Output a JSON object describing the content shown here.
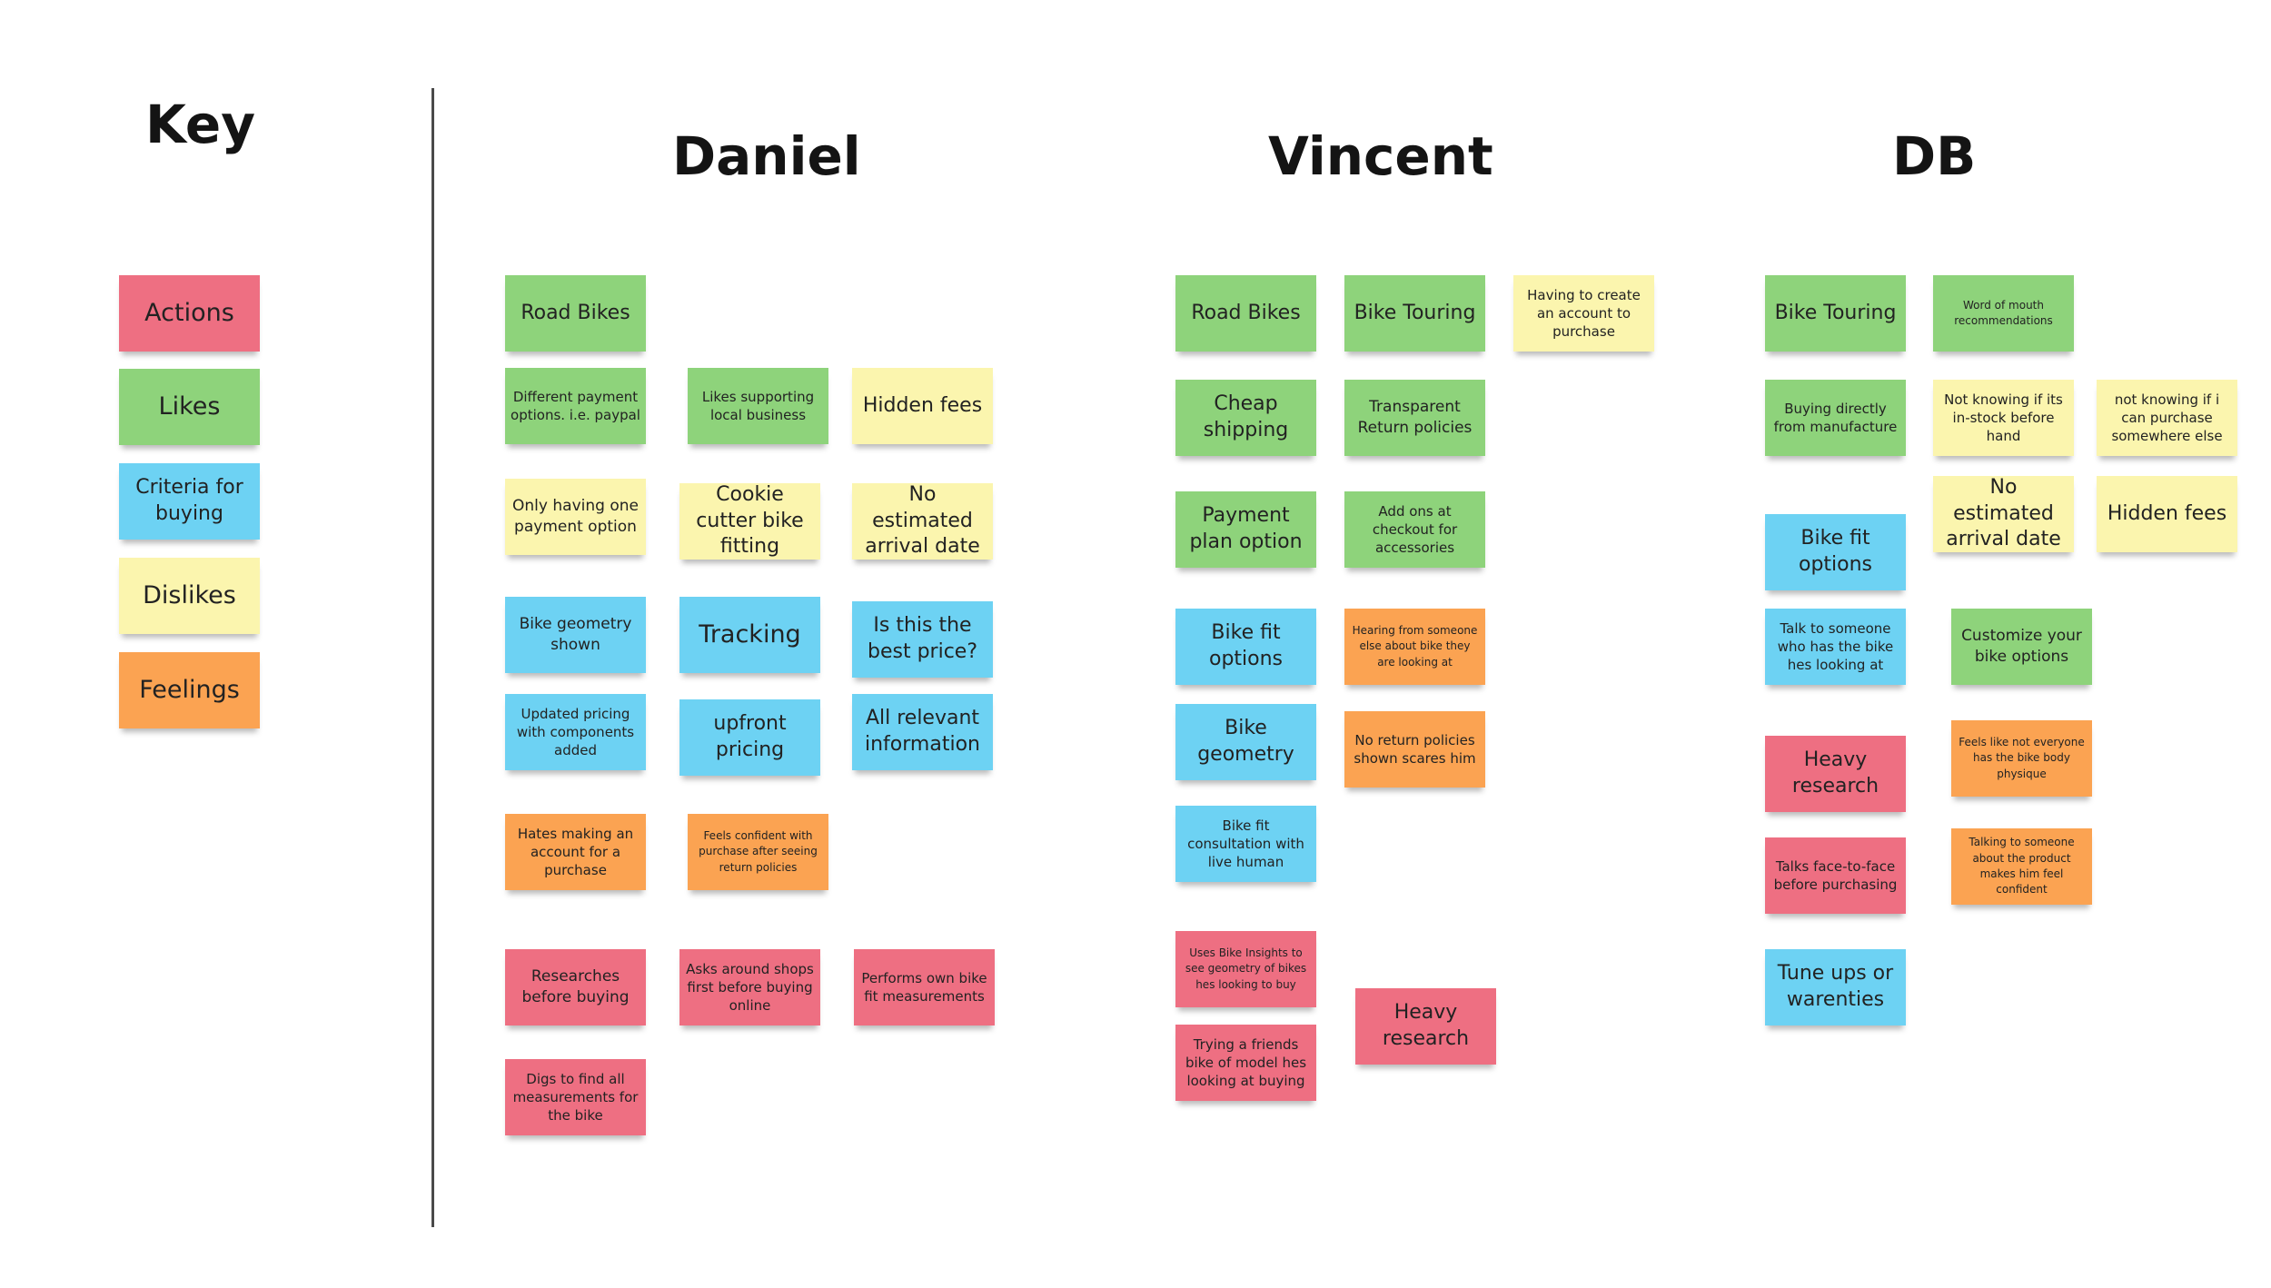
{
  "key": {
    "title": "Key",
    "legend": [
      {
        "label": "Actions",
        "color": "#ee6f82"
      },
      {
        "label": "Likes",
        "color": "#8ed37b"
      },
      {
        "label": "Criteria for buying",
        "color": "#6dd2f3"
      },
      {
        "label": "Dislikes",
        "color": "#fbf5ae"
      },
      {
        "label": "Feelings",
        "color": "#fba352"
      }
    ]
  },
  "daniel": {
    "title": "Daniel",
    "notes": [
      "Road Bikes",
      "Different payment options. i.e. paypal",
      "Likes supporting local business",
      "Hidden fees",
      "Only having one payment option",
      "Cookie cutter bike fitting",
      "No estimated arrival date",
      "Bike geometry shown",
      "Tracking",
      "Is this the best price?",
      "Updated pricing with components added",
      "upfront pricing",
      "All relevant information",
      "Hates making an account for a purchase",
      "Feels confident with purchase after seeing return policies",
      "Researches before buying",
      "Asks around shops first before buying online",
      "Performs own bike fit measurements",
      "Digs to find all measurements for the bike"
    ]
  },
  "vincent": {
    "title": "Vincent",
    "notes": [
      "Road Bikes",
      "Bike Touring",
      "Having to create an account to purchase",
      "Cheap shipping",
      "Transparent Return policies",
      "Payment plan option",
      "Add ons at checkout for accessories",
      "Bike fit options",
      "Hearing from someone else about bike they are looking at",
      "Bike geometry",
      "No return policies shown scares him",
      "Bike fit consultation with live human",
      "Uses Bike Insights to see geometry of bikes hes looking to buy",
      "Heavy research",
      "Trying a friends bike of model hes looking at buying"
    ]
  },
  "db": {
    "title": "DB",
    "notes": [
      "Bike Touring",
      "Word of mouth recommendations",
      "Buying directly from manufacture",
      "Not knowing if its in-stock before hand",
      "not knowing if i can purchase somewhere else",
      "No estimated arrival date",
      "Hidden fees",
      "Bike fit options",
      "Talk to someone who has the bike hes looking at",
      "Customize your bike options",
      "Heavy research",
      "Feels like not everyone has the bike body physique",
      "Talks face-to-face before purchasing",
      "Talking to someone about the product makes him feel confident",
      "Tune ups or warenties"
    ]
  }
}
